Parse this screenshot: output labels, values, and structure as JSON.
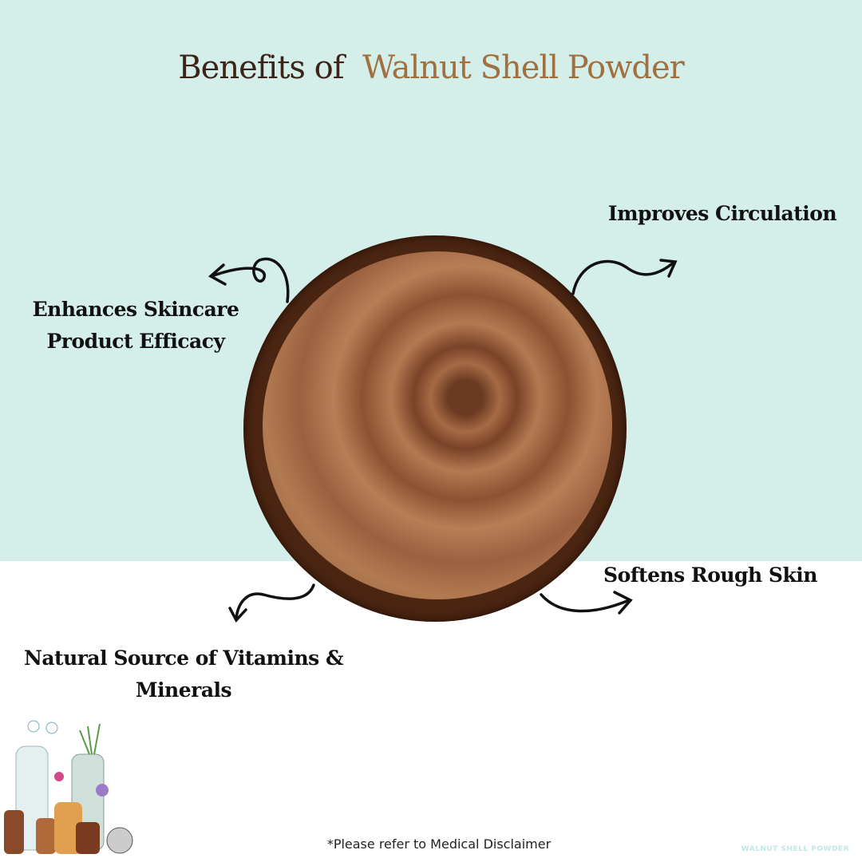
{
  "title": {
    "part1": "Benefits of",
    "part2": "Walnut Shell Powder"
  },
  "benefits": {
    "skincare_line1": "Enhances Skincare",
    "skincare_line2": "Product Efficacy",
    "circulation": "Improves Circulation",
    "rough_skin": "Softens Rough Skin",
    "vitamins_line1": "Natural Source of Vitamins &",
    "vitamins_line2": "Minerals"
  },
  "disclaimer": "*Please refer to Medical Disclaimer",
  "watermark": "WALNUT SHELL POWDER",
  "colors": {
    "bg_top": "#d4eeea",
    "title_dark": "#3e2418",
    "title_accent": "#a0703f"
  }
}
